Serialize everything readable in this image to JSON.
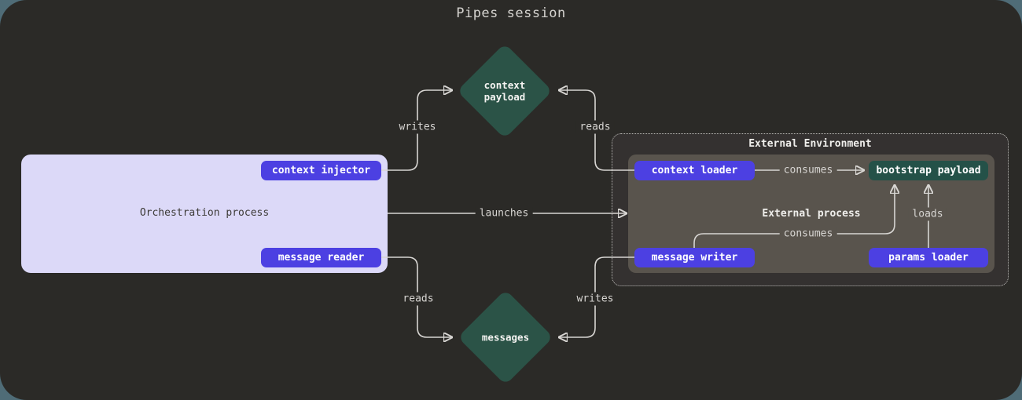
{
  "title": "Pipes session",
  "orchestration": {
    "label": "Orchestration process",
    "buttons": [
      {
        "label": "context injector"
      },
      {
        "label": "message reader"
      }
    ]
  },
  "external_environment": {
    "label": "External Environment",
    "process": {
      "label": "External process",
      "buttons": [
        {
          "label": "context loader"
        },
        {
          "label": "bootstrap payload"
        },
        {
          "label": "message writer"
        },
        {
          "label": "params loader"
        }
      ]
    }
  },
  "artifacts": [
    {
      "label": "context payload"
    },
    {
      "label": "messages"
    }
  ],
  "edges": {
    "writes_top": "writes",
    "reads_top": "reads",
    "launches": "launches",
    "consumes_context": "consumes",
    "consumes_messages": "consumes",
    "loads": "loads",
    "reads_bottom": "reads",
    "writes_bottom": "writes"
  },
  "colors": {
    "page_bg": "#4f6c77",
    "canvas_bg": "#2b2a27",
    "env_bg": "#343130",
    "panel_bg": "#59544d",
    "orchestration_bg": "#dcd9f8",
    "accent_purple": "#4c40e2",
    "accent_green": "#2b5347",
    "line": "#d8d6d3"
  }
}
